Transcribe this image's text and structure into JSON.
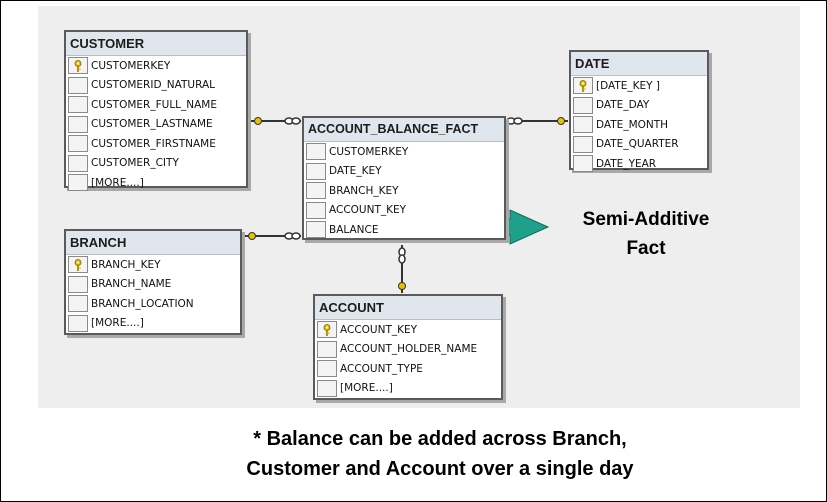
{
  "tables": {
    "customer": {
      "title": "CUSTOMER",
      "columns": [
        "CUSTOMERKEY",
        "CUSTOMERID_NATURAL",
        "CUSTOMER_FULL_NAME",
        "CUSTOMER_LASTNAME",
        "CUSTOMER_FIRSTNAME",
        "CUSTOMER_CITY",
        "[MORE....]"
      ],
      "key_columns": [
        0
      ]
    },
    "date": {
      "title": "DATE",
      "columns": [
        "[DATE_KEY ]",
        "DATE_DAY",
        "DATE_MONTH",
        "DATE_QUARTER",
        "DATE_YEAR"
      ],
      "key_columns": [
        0
      ]
    },
    "fact": {
      "title": "ACCOUNT_BALANCE_FACT",
      "columns": [
        "CUSTOMERKEY",
        "DATE_KEY",
        "BRANCH_KEY",
        "ACCOUNT_KEY",
        "BALANCE"
      ],
      "key_columns": []
    },
    "branch": {
      "title": "BRANCH",
      "columns": [
        "BRANCH_KEY",
        "BRANCH_NAME",
        "BRANCH_LOCATION",
        "[MORE....]"
      ],
      "key_columns": [
        0
      ]
    },
    "account": {
      "title": "ACCOUNT",
      "columns": [
        "ACCOUNT_KEY",
        "ACCOUNT_HOLDER_NAME",
        "ACCOUNT_TYPE",
        "[MORE....]"
      ],
      "key_columns": [
        0
      ]
    }
  },
  "callout": {
    "line1": "Semi-Additive",
    "line2": "Fact",
    "arrow_color": "#1fa08a"
  },
  "footnote": {
    "line1": "* Balance can be added across Branch,",
    "line2": "Customer and Account over a single day"
  },
  "colors": {
    "canvas": "#eeeeee",
    "key_icon": "#e8c000"
  }
}
